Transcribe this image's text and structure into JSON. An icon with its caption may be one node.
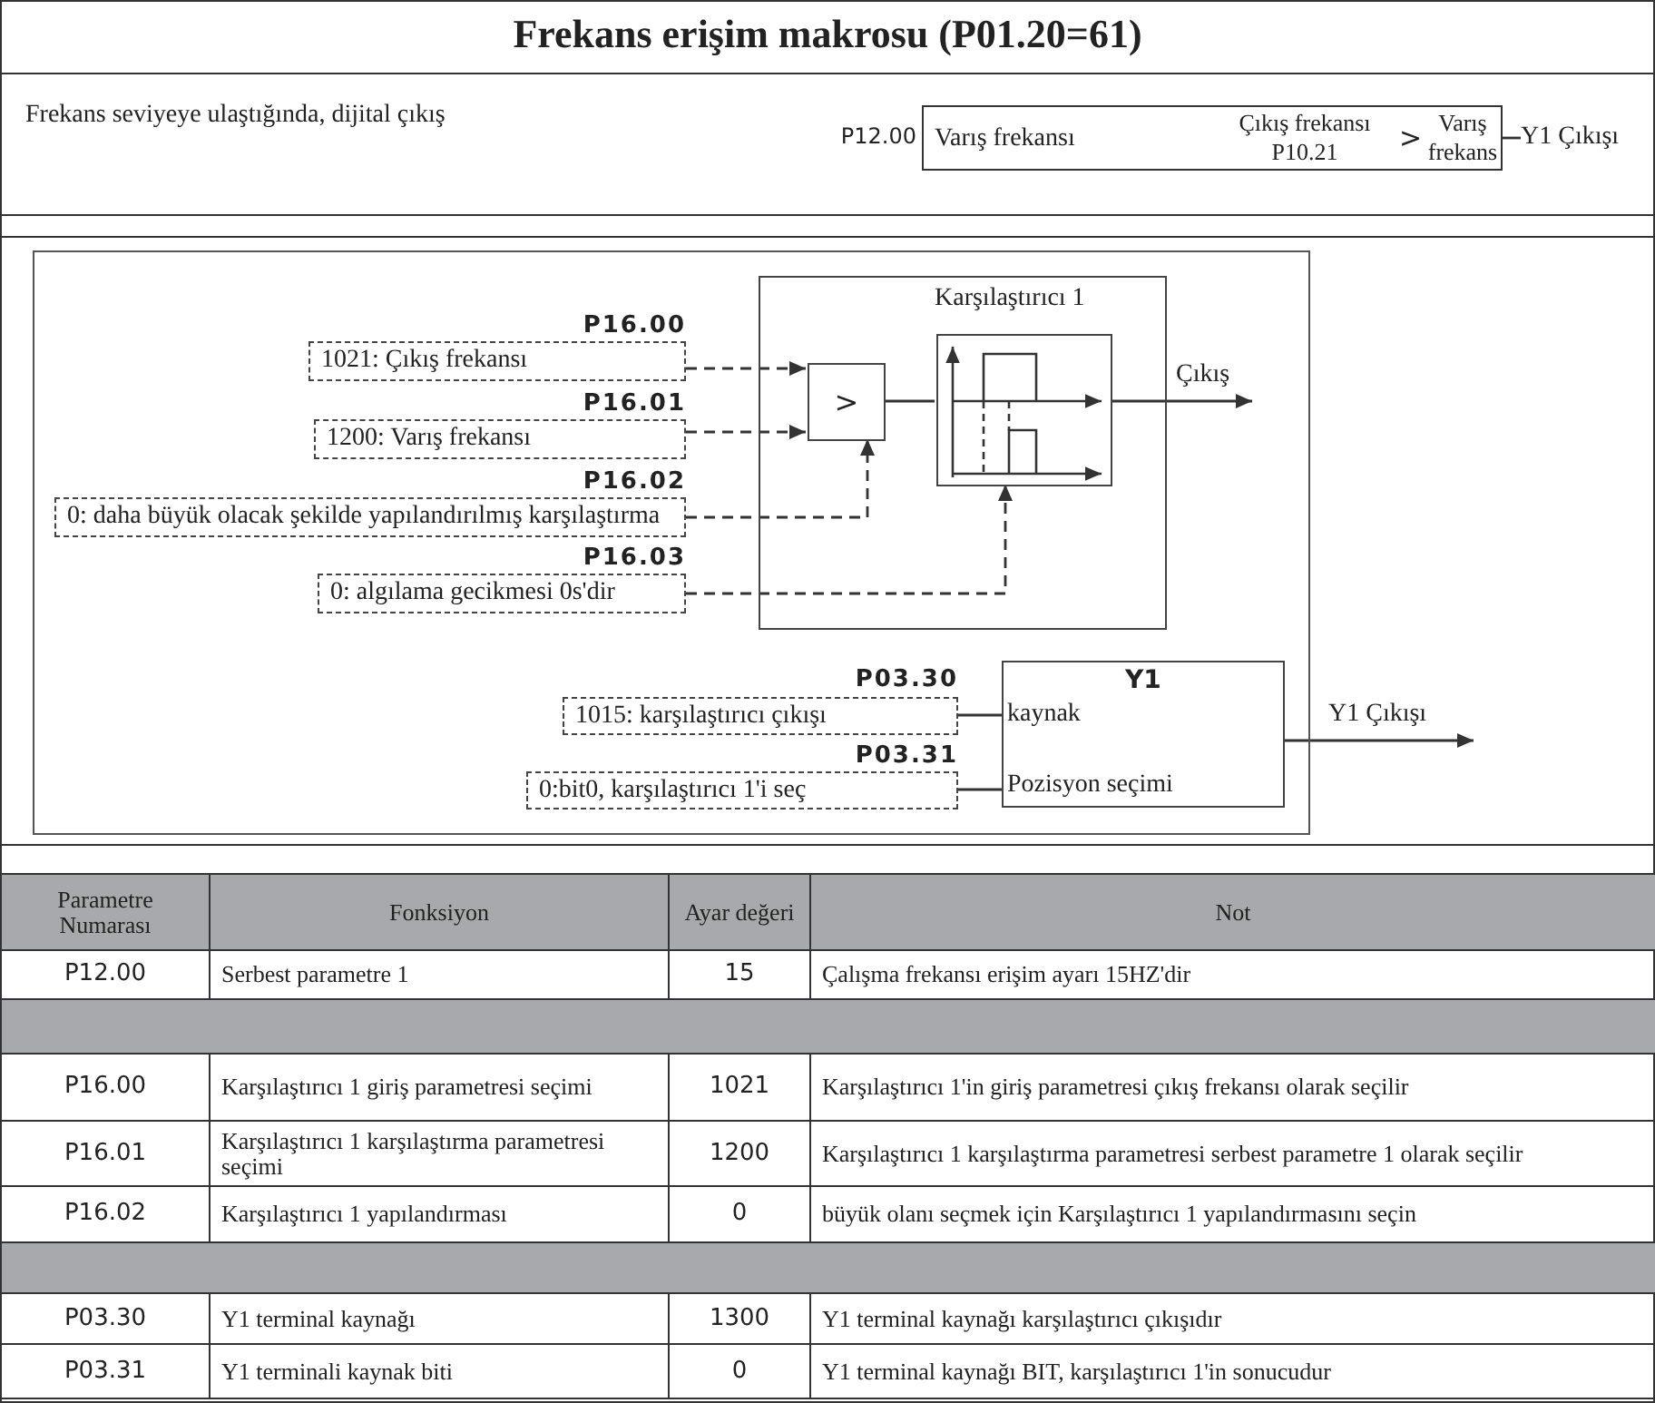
{
  "diagram": {
    "title": "Frekans erişim makrosu (P01.20=61)",
    "nodes": [
      {
        "text": [
          "Varış frekansı",
          "Çıkış frekansı P10.21",
          ">",
          "Varış frekans"
        ],
        "beside": [
          "P12.00"
        ]
      },
      {
        "text": [
          "Y1 Çıkışı"
        ]
      },
      {
        "text": [
          "P16.00",
          "1021: Çıkış frekansı"
        ]
      },
      {
        "text": [
          "P16.01",
          "1200: Varış frekansı"
        ]
      },
      {
        "text": [
          "P16.02",
          "0: daha büyük olacak şekilde yapılandırılmış karşılaştırma"
        ]
      },
      {
        "text": [
          "P16.03",
          "0: algılama gecikmesi 0s'dir"
        ]
      },
      {
        "text": [
          "Karşılaştırıcı 1"
        ]
      },
      {
        "text": [
          ">"
        ],
        "in": 6
      },
      {
        "text": [],
        "shape": "picture",
        "in": 6
      },
      {
        "text": [
          "P03.30",
          "1015: karşılaştırıcı çıkışı"
        ]
      },
      {
        "text": [
          "P03.31",
          "0:bit0, karşılaştırıcı 1'i seç"
        ]
      },
      {
        "text": [
          "Y1",
          "kaynak",
          "Pozisyon seçimi"
        ]
      }
    ],
    "edges": [
      {
        "from": 0,
        "to": 1,
        "arrow": "none"
      },
      {
        "from": 2,
        "to": 7,
        "arrow": "to",
        "style": "dashed"
      },
      {
        "from": 3,
        "to": 7,
        "arrow": "to",
        "style": "dashed"
      },
      {
        "from": 4,
        "to": 7,
        "arrow": "to",
        "style": "dashed"
      },
      {
        "from": 5,
        "to": 8,
        "arrow": "to",
        "style": "dashed"
      },
      {
        "from": 7,
        "to": 8,
        "arrow": "none"
      },
      {
        "from": 8,
        "to": null,
        "arrow": "to",
        "label": "Çıkış"
      },
      {
        "from": 9,
        "to": 11,
        "arrow": "none"
      },
      {
        "from": 10,
        "to": 11,
        "arrow": "none"
      },
      {
        "from": 11,
        "to": null,
        "arrow": "to",
        "label": "Y1 Çıkışı"
      }
    ],
    "labels": [
      "Frekans seviyeye ulaştığında, dijital çıkış",
      "Parametre Numarası",
      "Fonksiyon",
      "Ayar değeri",
      "Not",
      "P12.00",
      "Serbest parametre 1",
      "15",
      "Çalışma frekansı erişim ayarı 15HZ'dir",
      "P16.00",
      "Karşılaştırıcı 1 giriş parametresi seçimi",
      "1021",
      "Karşılaştırıcı 1'in giriş parametresi çıkış frekansı olarak seçilir",
      "P16.01",
      "Karşılaştırıcı 1 karşılaştırma parametresi seçimi",
      "1200",
      "Karşılaştırıcı 1 karşılaştırma parametresi serbest parametre 1 olarak seçilir",
      "P16.02",
      "Karşılaştırıcı 1 yapılandırması",
      "0",
      "büyük olanı seçmek için Karşılaştırıcı 1 yapılandırmasını seçin",
      "P03.30",
      "Y1 terminal kaynağı",
      "1300",
      "Y1 terminal kaynağı karşılaştırıcı çıkışıdır",
      "P03.31",
      "Y1 terminali kaynak biti",
      "0",
      "Y1 terminal kaynağı BIT, karşılaştırıcı 1'in sonucudur"
    ]
  }
}
